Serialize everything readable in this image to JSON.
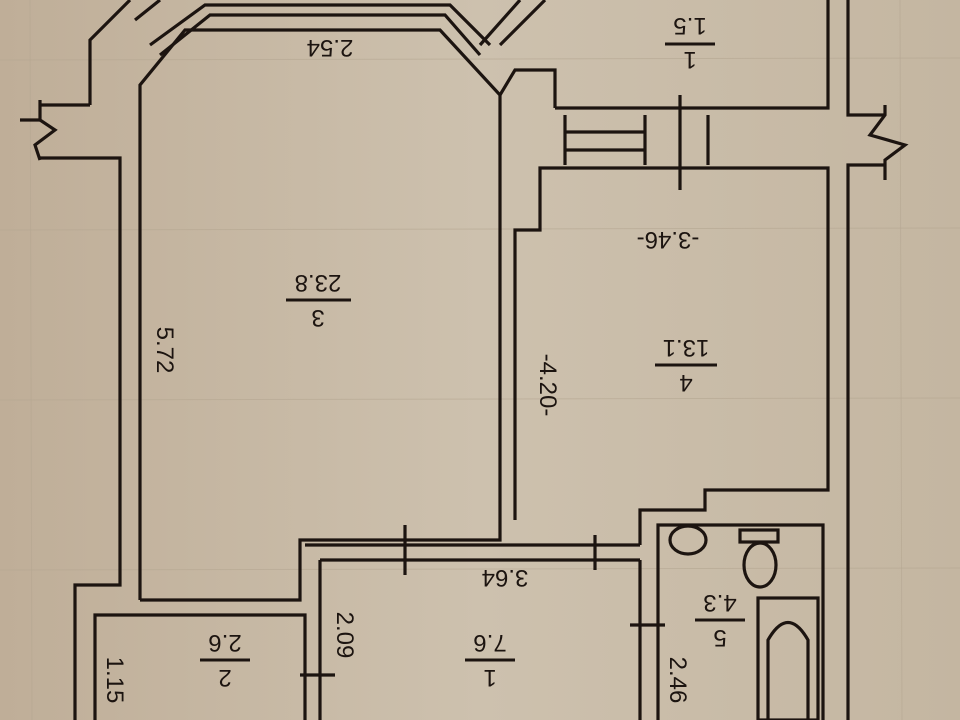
{
  "rooms": [
    {
      "number": "1",
      "area": "7.6"
    },
    {
      "number": "2",
      "area": "2.6"
    },
    {
      "number": "3",
      "area": "23.8"
    },
    {
      "number": "4",
      "area": "13.1"
    },
    {
      "number": "5",
      "area": "4.3"
    },
    {
      "number": "1",
      "area": "1.5"
    }
  ],
  "dimensions": {
    "room3_top": "2.54",
    "room3_side": "5.72",
    "room4_width": "-3.46-",
    "room4_length": "-4.20-",
    "room1_width": "3.64",
    "room1_side": "2.09",
    "room2_side": "1.15",
    "bath_side": "2.46"
  },
  "colors": {
    "paper": "#c8bba7",
    "ink": "#1c1410"
  }
}
